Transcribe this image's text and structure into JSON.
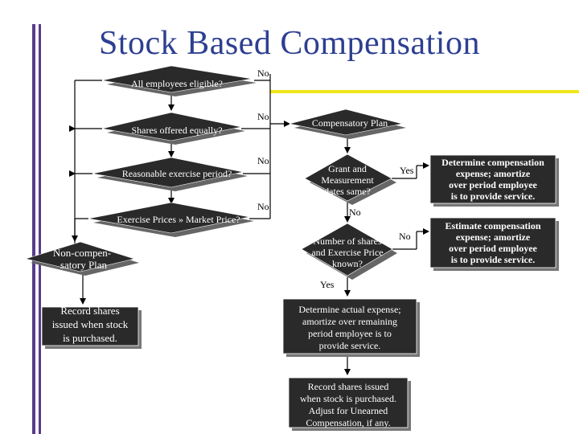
{
  "slide": {
    "title": "Stock Based Compensation",
    "accent_color": "#2d3f91",
    "rule_color": "#f2e51c",
    "sidebar_color": "#5a3b8c"
  },
  "nodes": {
    "all_eligible": "All employees eligible?",
    "shares_equally": "Shares offered equally?",
    "reasonable_period": "Reasonable exercise period?",
    "exercise_prices": "Exercise Prices » Market Price?",
    "non_comp": [
      "Non-compen-",
      "satory Plan"
    ],
    "record_shares_left": [
      "Record shares",
      "issued when stock",
      "is purchased."
    ],
    "compensatory_plan": "Compensatory Plan",
    "grant_measurement": [
      "Grant and",
      "Measurement",
      "dates same?"
    ],
    "number_shares": [
      "Number of shares",
      "and Exercise Price",
      "known?"
    ],
    "determine_actual": [
      "Determine actual expense;",
      "amortize over remaining",
      "period employee is to",
      "provide service."
    ],
    "record_shares_bottom": [
      "Record shares issued",
      "when stock is purchased.",
      "Adjust for Unearned",
      "Compensation, if any."
    ],
    "determine_comp": [
      "Determine compensation",
      "expense; amortize",
      "over period employee",
      "is to provide service."
    ],
    "estimate_comp": [
      "Estimate compensation",
      "expense; amortize",
      "over period employee",
      "is to provide service."
    ]
  },
  "edge_labels": {
    "no_1": "No",
    "no_2": "No",
    "no_3": "No",
    "no_4": "No",
    "no_grant": "No",
    "yes_grant": "Yes",
    "no_number": "No",
    "yes_number": "Yes"
  }
}
